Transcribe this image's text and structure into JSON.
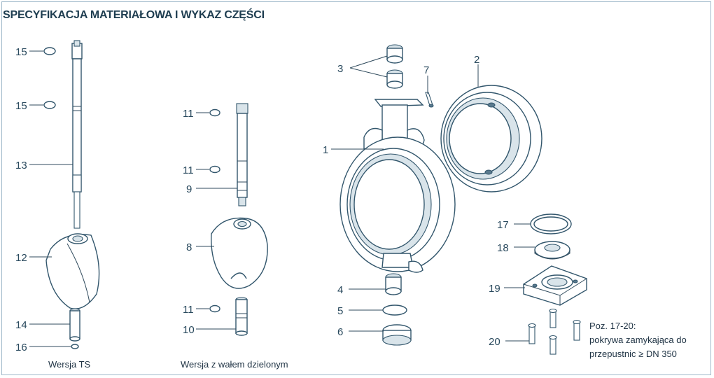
{
  "title": "SPECYFIKACJA MATERIAŁOWA I WYKAZ CZĘŚCI",
  "labels": {
    "n1": "1",
    "n2": "2",
    "n3": "3",
    "n4": "4",
    "n5": "5",
    "n6": "6",
    "n7": "7",
    "n8": "8",
    "n9": "9",
    "n10": "10",
    "n11a": "11",
    "n11b": "11",
    "n11c": "11",
    "n12": "12",
    "n13": "13",
    "n14": "14",
    "n15a": "15",
    "n15b": "15",
    "n16": "16",
    "n17": "17",
    "n18": "18",
    "n19": "19",
    "n20": "20"
  },
  "captions": {
    "version_ts": "Wersja TS",
    "version_split": "Wersja z wałem dzielonym",
    "note_line1": "Poz. 17-20:",
    "note_line2": "pokrywa zamykająca do",
    "note_line3": "przepustnic ≥ DN 350"
  },
  "colors": {
    "line": "#32566c",
    "title": "#1e3d50",
    "border": "#9fb8c9"
  }
}
